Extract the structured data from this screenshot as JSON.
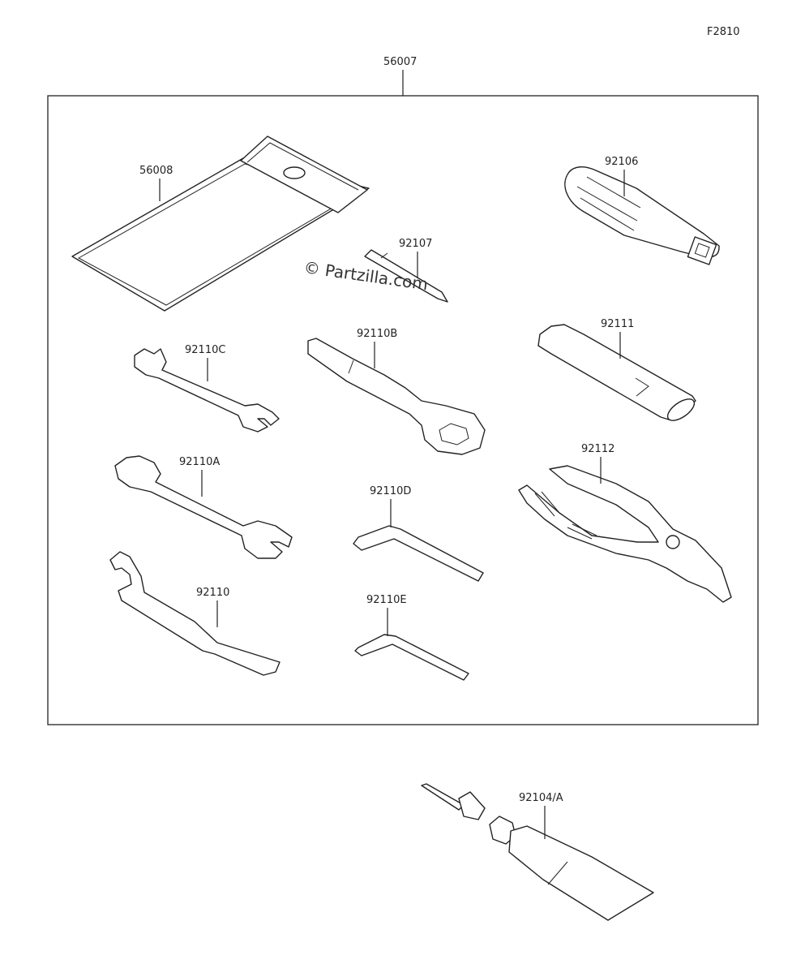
{
  "figure_code": "F2810",
  "watermark": "© Partzilla.com",
  "parts": {
    "kit": "56007",
    "case": "56008",
    "screwdriver_handle": "92106",
    "screwdriver_bit": "92107",
    "ring_wrench": "92110B",
    "small_wrench": "92110C",
    "large_wrench": "92110A",
    "extension": "92111",
    "pliers": "92112",
    "hook_wrench": "92110",
    "hex_key_large": "92110D",
    "hex_key_small": "92110E",
    "repair_tube": "92104/A"
  }
}
